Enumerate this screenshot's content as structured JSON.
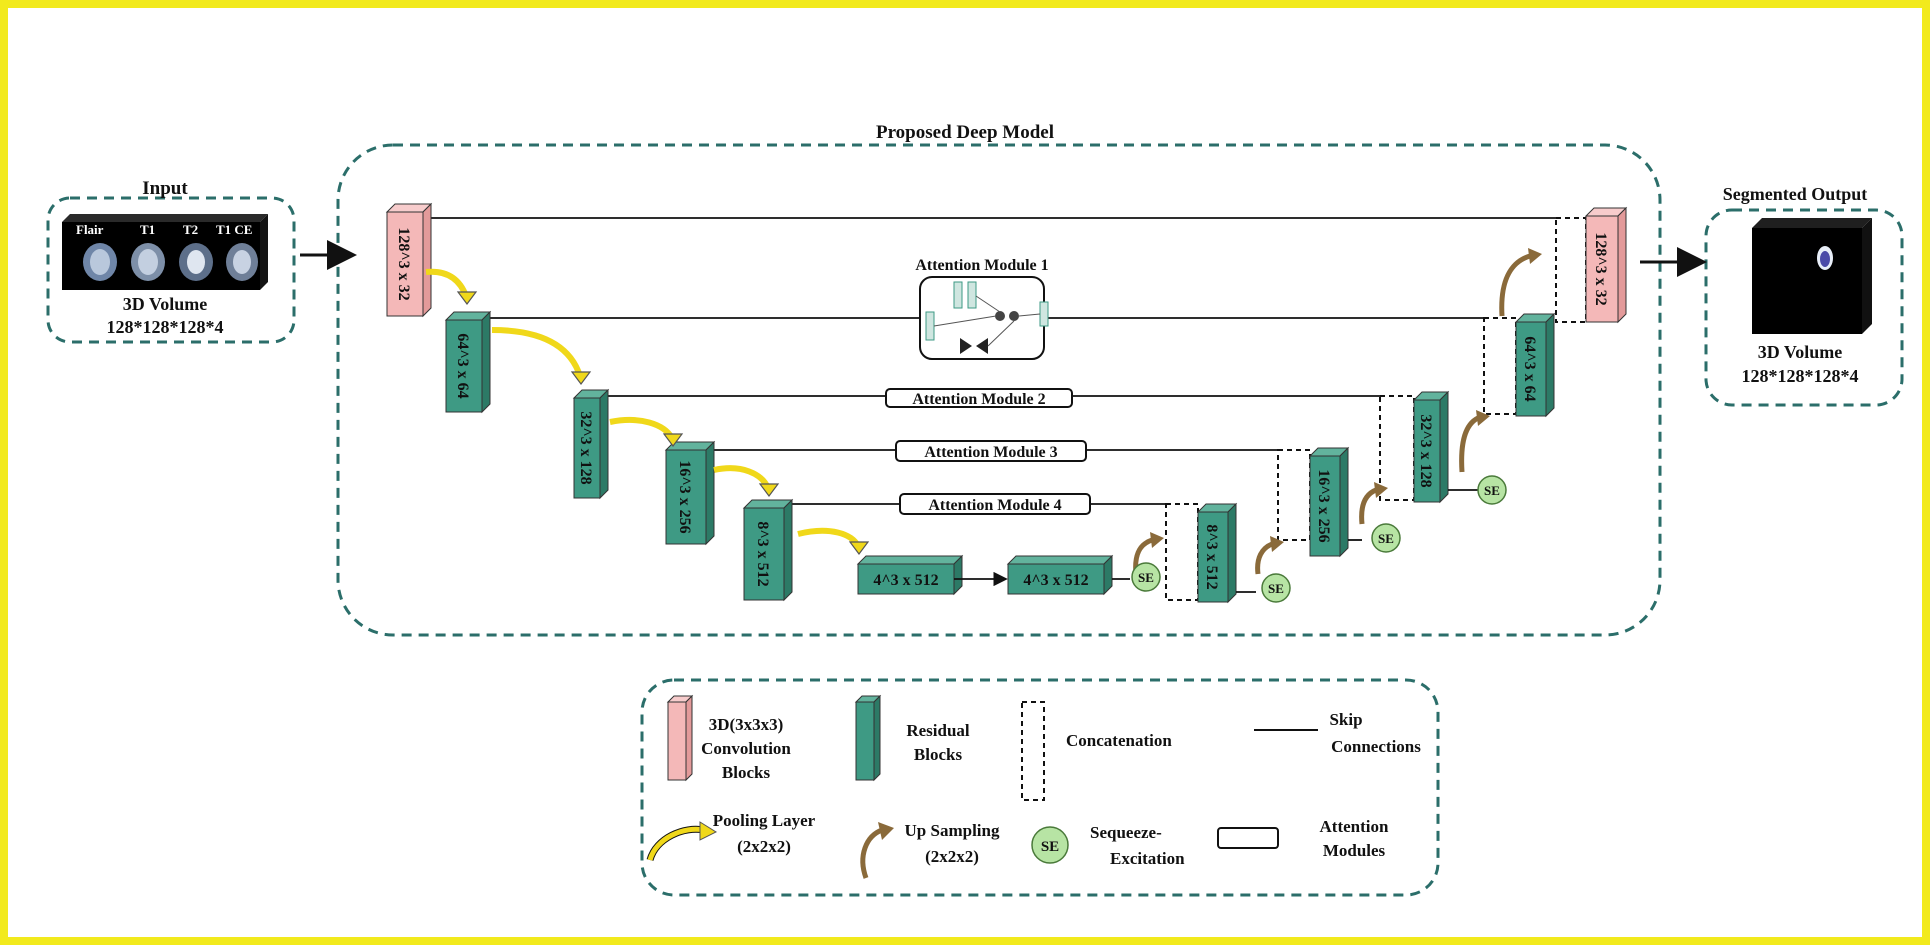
{
  "title": "Proposed Deep Model",
  "input": {
    "heading": "Input",
    "modalities": [
      "Flair",
      "T1",
      "T2",
      "T1 CE"
    ],
    "volume_label": "3D Volume",
    "volume_dims": "128*128*128*4"
  },
  "output": {
    "heading": "Segmented Output",
    "volume_label": "3D Volume",
    "volume_dims": "128*128*128*4"
  },
  "blocks": {
    "enc1": "128^3 x 32",
    "enc2": "64^3 x 64",
    "enc3": "32^3 x 128",
    "enc4": "16^3 x 256",
    "enc5": "8^3 x 512",
    "bott1": "4^3 x 512",
    "bott2": "4^3 x 512",
    "dec5": "8^3 x 512",
    "dec4": "16^3 x 256",
    "dec3": "32^3 x 128",
    "dec2": "64^3 x 64",
    "dec1": "128^3 x 32"
  },
  "attention": {
    "m1": "Attention Module 1",
    "m2": "Attention Module 2",
    "m3": "Attention Module 3",
    "m4": "Attention Module 4"
  },
  "se_label": "SE",
  "legend": {
    "conv": [
      "3D(3x3x3)",
      "Convolution",
      "Blocks"
    ],
    "residual": [
      "Residual",
      "Blocks"
    ],
    "concat": "Concatenation",
    "skip": [
      "Skip",
      "Connections"
    ],
    "pooling": [
      "Pooling Layer",
      "(2x2x2)"
    ],
    "upsampling": [
      "Up Sampling",
      "(2x2x2)"
    ],
    "se_circle": "SE",
    "se": [
      "Sequeeze-",
      "Excitation"
    ],
    "attention": [
      "Attention",
      "Modules"
    ]
  },
  "colors": {
    "frame": "#f2ea1d",
    "dashed_border": "#2b6e6a",
    "conv_block": "#f4b8b8",
    "residual_block": "#3e9a84",
    "se_fill": "#b7e4a4",
    "pool_arrow": "#f0d81a",
    "up_arrow": "#8a6a3a"
  }
}
